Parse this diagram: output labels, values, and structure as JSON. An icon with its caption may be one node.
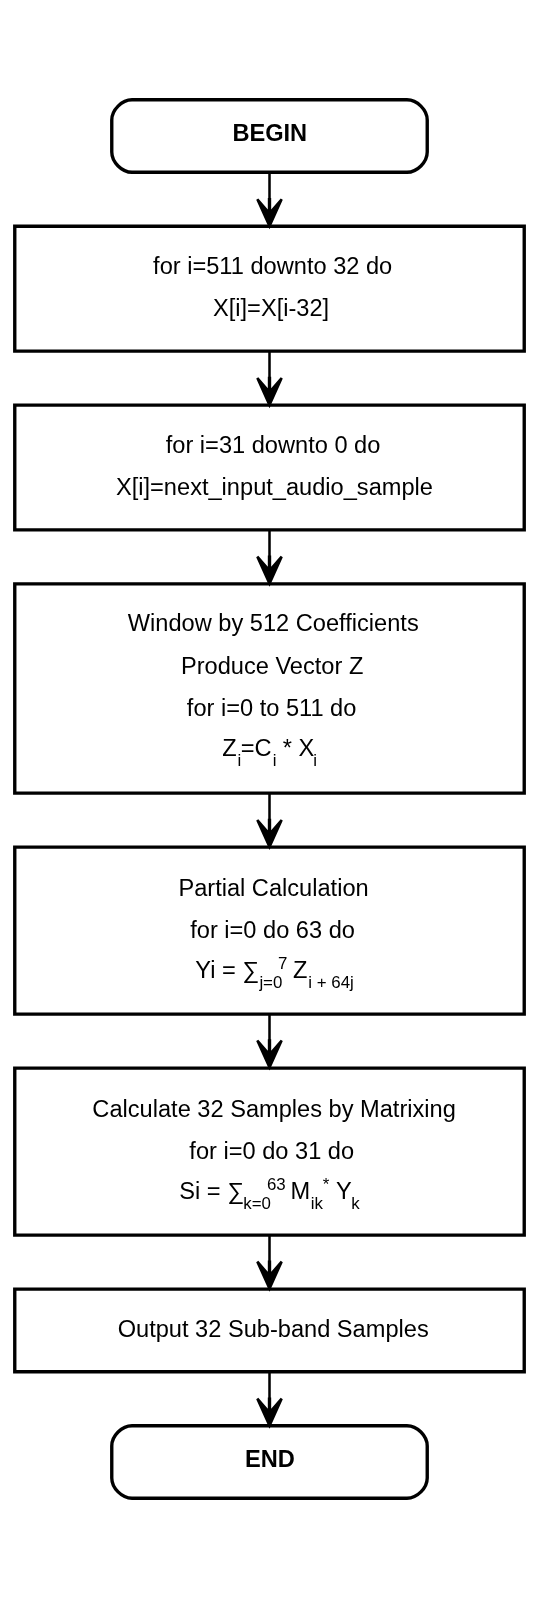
{
  "diagram": {
    "nodes": [
      {
        "text": [
          "BEGIN"
        ]
      },
      {
        "text": [
          "for i=511 downto 32 do",
          "X[i]=X[i-32]"
        ]
      },
      {
        "text": [
          "for i=31 downto 0 do",
          "X[i]=next_input_audio_sample"
        ]
      },
      {
        "text": [
          "Window by 512 Coefficients",
          "Produce Vector Z",
          "for i=0 to 511 do",
          "Z$_{i}$=C$_{i}$ * X$_{i}$"
        ]
      },
      {
        "text": [
          "Partial Calculation",
          "for i=0 do 63 do",
          "Yi = ∑$_{j=0}$$^{7}$ Z$_{i + 64j}$"
        ]
      },
      {
        "text": [
          "Calculate 32 Samples by Matrixing",
          "for i=0 do 31 do",
          "Si = ∑$_{k=0}$$^{63}$ M$_{ik}$$^{*}$ Y$_{k}$"
        ]
      },
      {
        "text": [
          "Output 32 Sub-band Samples"
        ]
      },
      {
        "text": [
          "END"
        ]
      }
    ],
    "edges": [
      {
        "from": 0,
        "to": 1,
        "arrow": "to"
      },
      {
        "from": 1,
        "to": 2,
        "arrow": "to"
      },
      {
        "from": 2,
        "to": 3,
        "arrow": "to"
      },
      {
        "from": 3,
        "to": 4,
        "arrow": "to"
      },
      {
        "from": 4,
        "to": 5,
        "arrow": "to"
      },
      {
        "from": 5,
        "to": 6,
        "arrow": "to"
      },
      {
        "from": 6,
        "to": 7,
        "arrow": "to"
      }
    ]
  }
}
